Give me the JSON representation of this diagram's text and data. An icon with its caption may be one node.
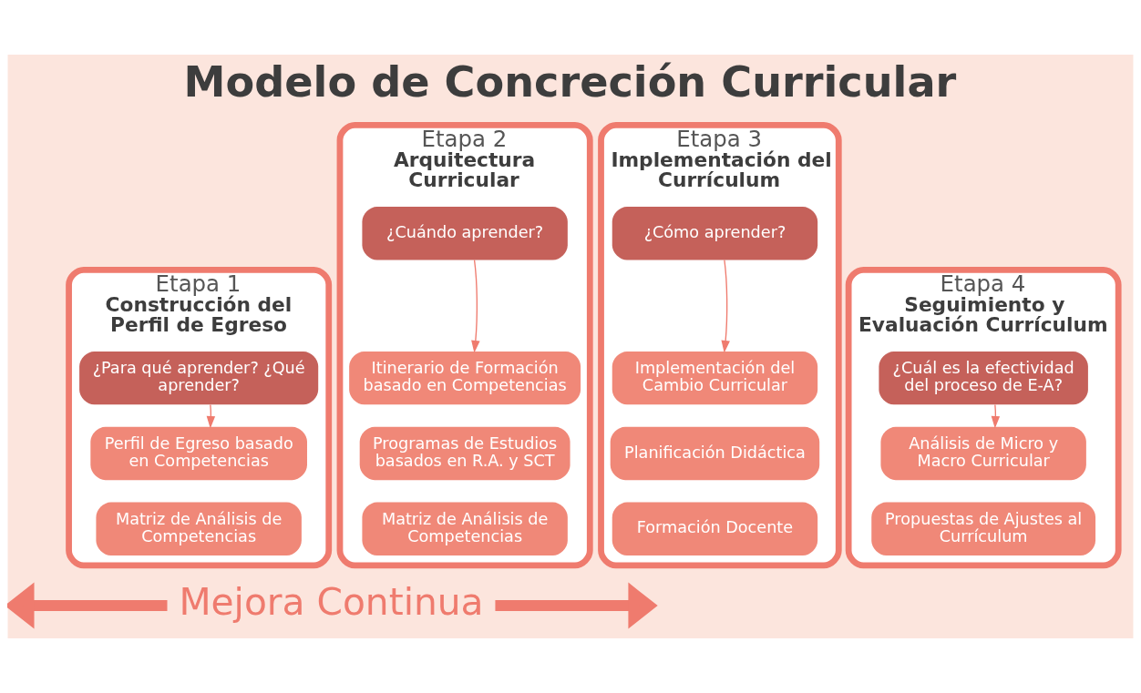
{
  "diagram": {
    "title": "Modelo de Concreción Curricular",
    "nodes": [
      {
        "text": [
          "Etapa 1",
          "Construcción del Perfil de Egreso"
        ]
      },
      {
        "text": [
          "¿Para qué aprender? ¿Qué aprender?"
        ],
        "in": 0
      },
      {
        "text": [
          "Perfil de Egreso basado en Competencias"
        ],
        "in": 0
      },
      {
        "text": [
          "Matriz de Análisis de Competencias"
        ],
        "in": 0
      },
      {
        "text": [
          "Etapa 2",
          "Arquitectura Curricular"
        ]
      },
      {
        "text": [
          "¿Cuándo aprender?"
        ],
        "in": 4
      },
      {
        "text": [
          "Itinerario de Formación basado en Competencias"
        ],
        "in": 4
      },
      {
        "text": [
          "Programas de Estudios basados en R.A. y SCT"
        ],
        "in": 4
      },
      {
        "text": [
          "Matriz de Análisis de Competencias"
        ],
        "in": 4
      },
      {
        "text": [
          "Etapa 3",
          "Implementación del Currículum"
        ]
      },
      {
        "text": [
          "¿Cómo aprender?"
        ],
        "in": 9
      },
      {
        "text": [
          "Implementación del Cambio Curricular"
        ],
        "in": 9
      },
      {
        "text": [
          "Planificación Didáctica"
        ],
        "in": 9
      },
      {
        "text": [
          "Formación Docente"
        ],
        "in": 9
      },
      {
        "text": [
          "Etapa 4",
          "Seguimiento y Evaluación Currículum"
        ]
      },
      {
        "text": [
          "¿Cuál es la efectividad del proceso de E-A?"
        ],
        "in": 14
      },
      {
        "text": [
          "Análisis de Micro y Macro Curricular"
        ],
        "in": 14
      },
      {
        "text": [
          "Propuestas de Ajustes al Currículum"
        ],
        "in": 14
      },
      {
        "text": [
          "Mejora Continua"
        ]
      }
    ],
    "edges": [
      {
        "from": 1,
        "to": 2,
        "arrow": "to"
      },
      {
        "from": 5,
        "to": 6,
        "arrow": "to"
      },
      {
        "from": 10,
        "to": 11,
        "arrow": "to"
      },
      {
        "from": 15,
        "to": 16,
        "arrow": "to"
      },
      {
        "from": 18,
        "to": null,
        "arrow": "to",
        "style": "thick"
      },
      {
        "from": 18,
        "to": null,
        "arrow": "to",
        "style": "thick"
      }
    ]
  }
}
